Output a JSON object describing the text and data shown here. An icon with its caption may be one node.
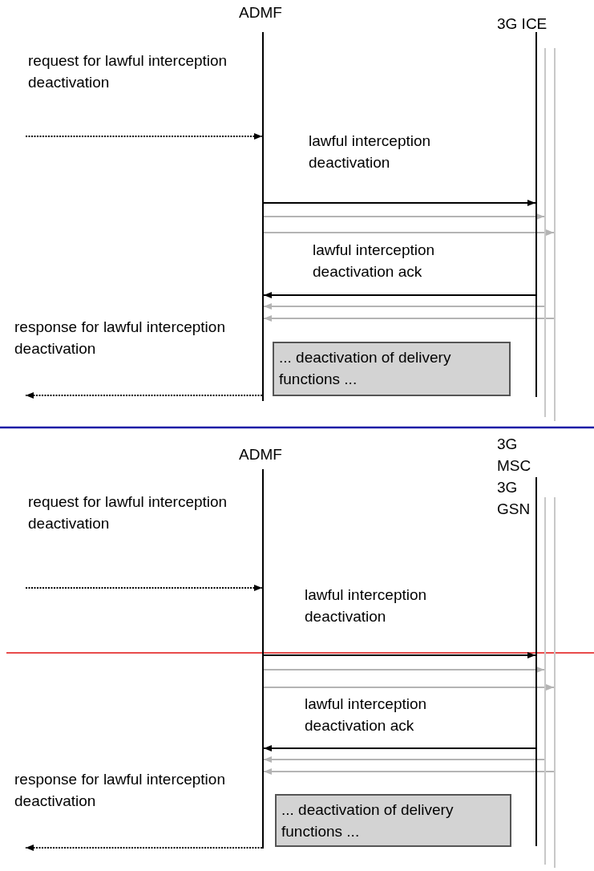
{
  "diagram": {
    "nodes": [
      {
        "text": [],
        "shape": "line",
        "beside": [
          "ADMF"
        ]
      },
      {
        "text": [],
        "shape": "line",
        "beside": [
          "3G ICE"
        ]
      },
      {
        "text": [],
        "shape": "line"
      },
      {
        "text": [],
        "shape": "line"
      },
      {
        "text": [
          "... deactivation of delivery functions ..."
        ]
      },
      {
        "text": [],
        "shape": "line",
        "beside": [
          "ADMF"
        ]
      },
      {
        "text": [],
        "shape": "line",
        "beside": [
          "3G MSC 3G GSN"
        ]
      },
      {
        "text": [],
        "shape": "line"
      },
      {
        "text": [],
        "shape": "line"
      },
      {
        "text": [
          "... deactivation of delivery functions ..."
        ]
      }
    ],
    "edges": [
      {
        "from": null,
        "to": 0,
        "arrow": "to",
        "style": "dashed",
        "label": "request for lawful interception deactivation"
      },
      {
        "from": 0,
        "to": 1,
        "arrow": "to",
        "label": "lawful interception deactivation"
      },
      {
        "from": 0,
        "to": 2,
        "arrow": "to",
        "color": "#b4b4b4"
      },
      {
        "from": 0,
        "to": 3,
        "arrow": "to",
        "color": "#b4b4b4"
      },
      {
        "from": 1,
        "to": 0,
        "arrow": "to",
        "label": "lawful interception deactivation ack"
      },
      {
        "from": 2,
        "to": 0,
        "arrow": "to",
        "color": "#b4b4b4"
      },
      {
        "from": 3,
        "to": 0,
        "arrow": "to",
        "color": "#b4b4b4"
      },
      {
        "from": 0,
        "to": null,
        "arrow": "to",
        "style": "dashed",
        "label": "response for lawful interception deactivation"
      },
      {
        "from": null,
        "to": 5,
        "arrow": "to",
        "style": "dashed",
        "label": "request for lawful interception deactivation"
      },
      {
        "from": 5,
        "to": 6,
        "arrow": "to",
        "label": "lawful interception deactivation"
      },
      {
        "from": 5,
        "to": 7,
        "arrow": "to",
        "color": "#b4b4b4"
      },
      {
        "from": 5,
        "to": 8,
        "arrow": "to",
        "color": "#b4b4b4"
      },
      {
        "from": 6,
        "to": 5,
        "arrow": "to",
        "label": "lawful interception deactivation ack"
      },
      {
        "from": 7,
        "to": 5,
        "arrow": "to",
        "color": "#b4b4b4"
      },
      {
        "from": 8,
        "to": 5,
        "arrow": "to",
        "color": "#b4b4b4"
      },
      {
        "from": 5,
        "to": null,
        "arrow": "to",
        "style": "dashed",
        "label": "response for lawful interception deactivation"
      }
    ]
  }
}
